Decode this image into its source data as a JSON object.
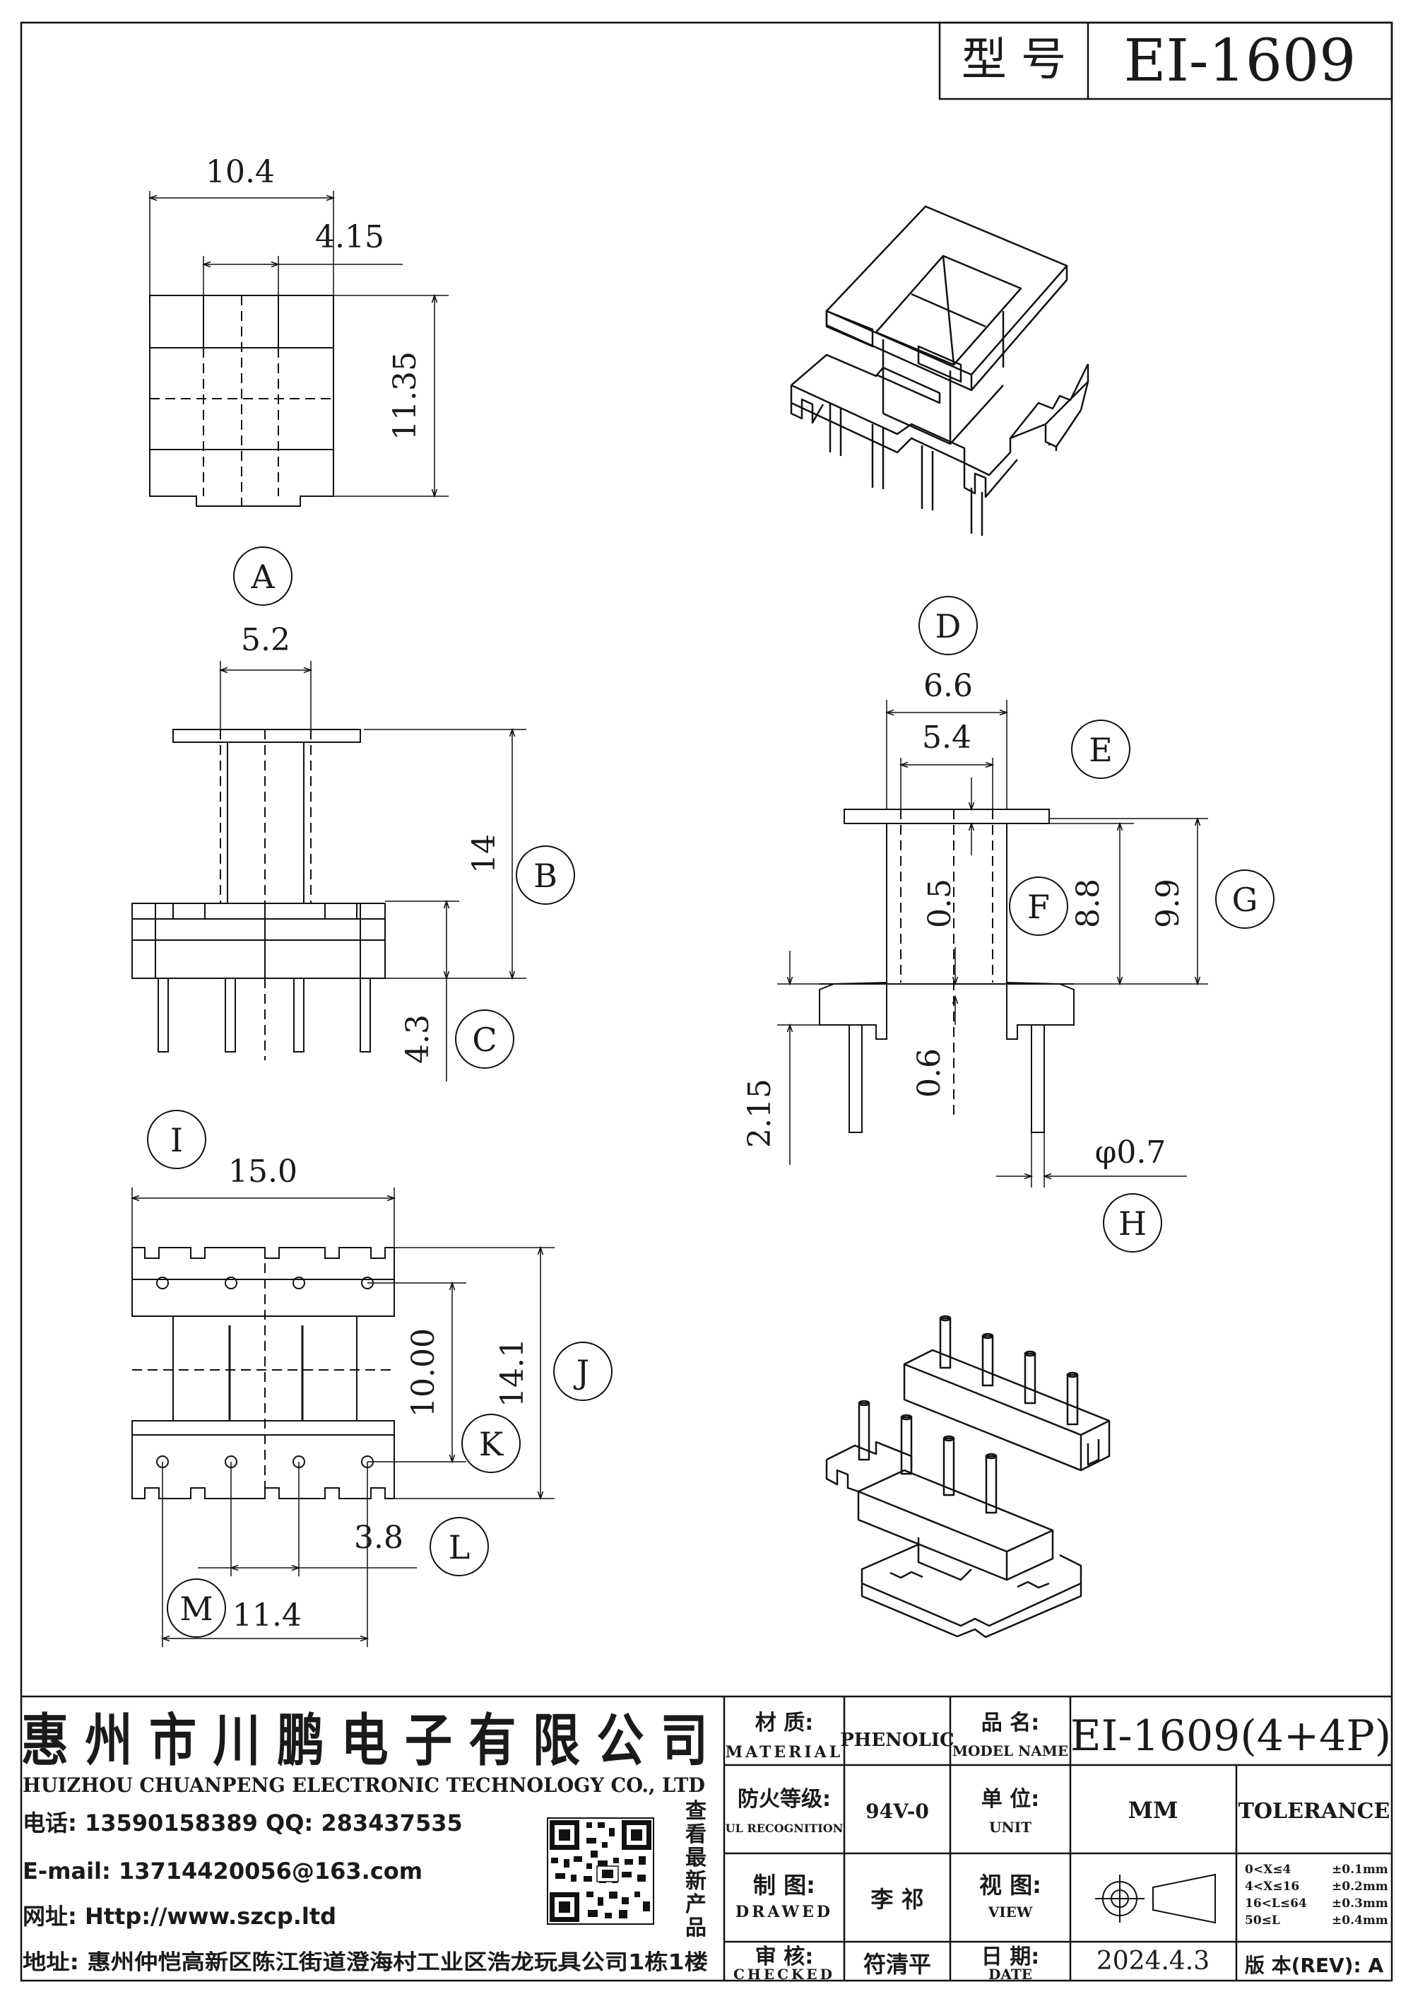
{
  "header": {
    "model_label": "型 号",
    "model_value": "EI-1609"
  },
  "views": {
    "A": "A",
    "B": "B",
    "C": "C",
    "D": "D",
    "E": "E",
    "F": "F",
    "G": "G",
    "H": "H",
    "I": "I",
    "J": "J",
    "K": "K",
    "L": "L",
    "M": "M"
  },
  "dims": {
    "a_width": "10.4",
    "a_inner": "4.15",
    "a_height": "11.35",
    "b_width": "5.2",
    "b_height": "14",
    "c_height": "4.3",
    "d_width": "6.6",
    "d_inner": "5.4",
    "d_flange": "0.5",
    "f_height": "8.8",
    "g_height": "9.9",
    "h_base": "0.6",
    "h_pin_len": "2.15",
    "h_pin_dia": "φ0.7",
    "i_width": "15.0",
    "k_pitch_v": "10.00",
    "j_height": "14.1",
    "l_pitch": "3.8",
    "m_span": "11.4"
  },
  "titleblock": {
    "company_cn": "惠 州 市 川 鹏 电 子 有 限 公 司",
    "company_en": "HUIZHOU CHUANPENG ELECTRONIC TECHNOLOGY CO., LTD",
    "phone": "电话: 13590158389  QQ: 283437535",
    "email": "E-mail: 13714420056@163.com",
    "website": "网址: Http://www.szcp.ltd",
    "address": "地址: 惠州仲恺高新区陈江街道澄海村工业区浩龙玩具公司1栋1楼",
    "qr_caption": [
      "查",
      "看",
      "最",
      "新",
      "产",
      "品"
    ],
    "material_label_cn": "材 质:",
    "material_label_en": "MATERIAL",
    "material_value": "PHENOLIC",
    "model_label_cn": "品 名:",
    "model_label_en": "MODEL NAME",
    "model_value": "EI-1609(4+4P)",
    "ul_label_cn": "防火等级:",
    "ul_label_en": "UL RECOGNITION",
    "ul_value": "94V-0",
    "unit_label_cn": "单 位:",
    "unit_label_en": "UNIT",
    "unit_value": "MM",
    "tolerance_label": "TOLERANCE",
    "drawn_label_cn": "制 图:",
    "drawn_label_en": "DRAWED",
    "drawn_value": "李 祁",
    "view_label_cn": "视 图:",
    "view_label_en": "VIEW",
    "tolerances": [
      {
        "range": "0<X≤4",
        "value": "±0.1mm"
      },
      {
        "range": "4<X≤16",
        "value": "±0.2mm"
      },
      {
        "range": "16<L≤64",
        "value": "±0.3mm"
      },
      {
        "range": "50≤L",
        "value": "±0.4mm"
      }
    ],
    "checked_label_cn": "审 核:",
    "checked_label_en": "CHECKED",
    "checked_value": "符清平",
    "date_label_cn": "日 期:",
    "date_label_en": "DATE",
    "date_value": "2024.4.3",
    "rev_label": "版 本(REV): A"
  }
}
